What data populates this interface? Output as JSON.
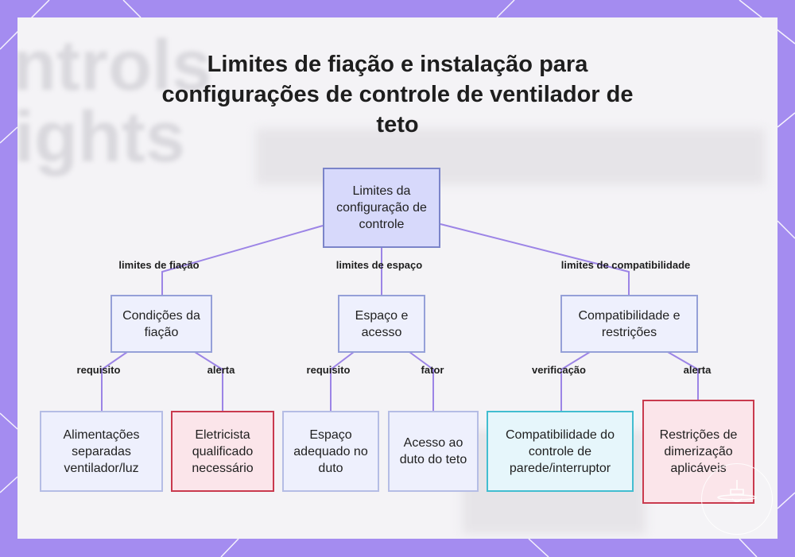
{
  "title": "Limites de fiação e instalação para configurações de controle de ventilador de teto",
  "nodes": {
    "root": "Limites da configuração de controle",
    "wiring": "Condições da fiação",
    "space": "Espaço e acesso",
    "compat": "Compatibilidade e restrições",
    "wiring_supply": "Alimentações separadas ventilador/luz",
    "electrician": "Eletricista qualificado necessário",
    "duct_space": "Espaço adequado no duto",
    "duct_access": "Acesso ao duto do teto",
    "wall_control": "Compatibilidade do controle de parede/interruptor",
    "dimming": "Restrições de dimerização aplicáveis"
  },
  "edge_labels": {
    "wiring_limits": "limites de fiação",
    "space_limits": "limites de espaço",
    "compat_limits": "limites de compatibilidade",
    "req_1": "requisito",
    "alert_1": "alerta",
    "req_2": "requisito",
    "factor": "fator",
    "check": "verificação",
    "alert_2": "alerta"
  },
  "colors": {
    "frame": "#a48cf0",
    "connector": "#9c84e6",
    "root_fill": "#d7d9fb",
    "alert_border": "#c93a4e",
    "check_border": "#42bdd0"
  }
}
